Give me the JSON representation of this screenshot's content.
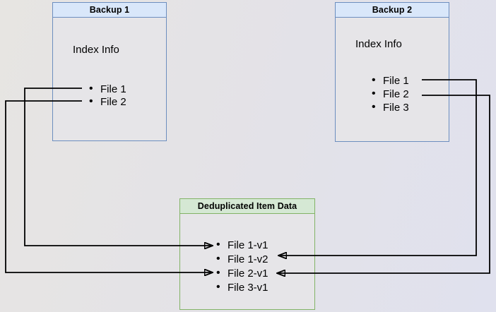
{
  "diagram": {
    "backup1": {
      "title": "Backup 1",
      "index_label": "Index Info",
      "files": [
        "File 1",
        "File 2"
      ]
    },
    "backup2": {
      "title": "Backup 2",
      "index_label": "Index Info",
      "files": [
        "File 1",
        "File 2",
        "File 3"
      ]
    },
    "dedup": {
      "title": "Deduplicated Item Data",
      "items": [
        "File 1-v1",
        "File 1-v2",
        "File 2-v1",
        "File 3-v1"
      ]
    },
    "connections": [
      {
        "from": "Backup 1 / File 1",
        "to": "File 1-v1",
        "side": "left"
      },
      {
        "from": "Backup 1 / File 2",
        "to": "File 2-v1",
        "side": "left"
      },
      {
        "from": "Backup 2 / File 1",
        "to": "File 1-v2",
        "side": "right"
      },
      {
        "from": "Backup 2 / File 2",
        "to": "File 2-v1",
        "side": "right"
      }
    ],
    "colors": {
      "backup_header_fill": "#d9e7fa",
      "backup_border": "#6c8ebf",
      "dedup_header_fill": "#d5e8d4",
      "dedup_border": "#82b366",
      "node_fill": "#e6e5e8",
      "arrow": "#000000",
      "background": "#e3e2e8"
    }
  }
}
